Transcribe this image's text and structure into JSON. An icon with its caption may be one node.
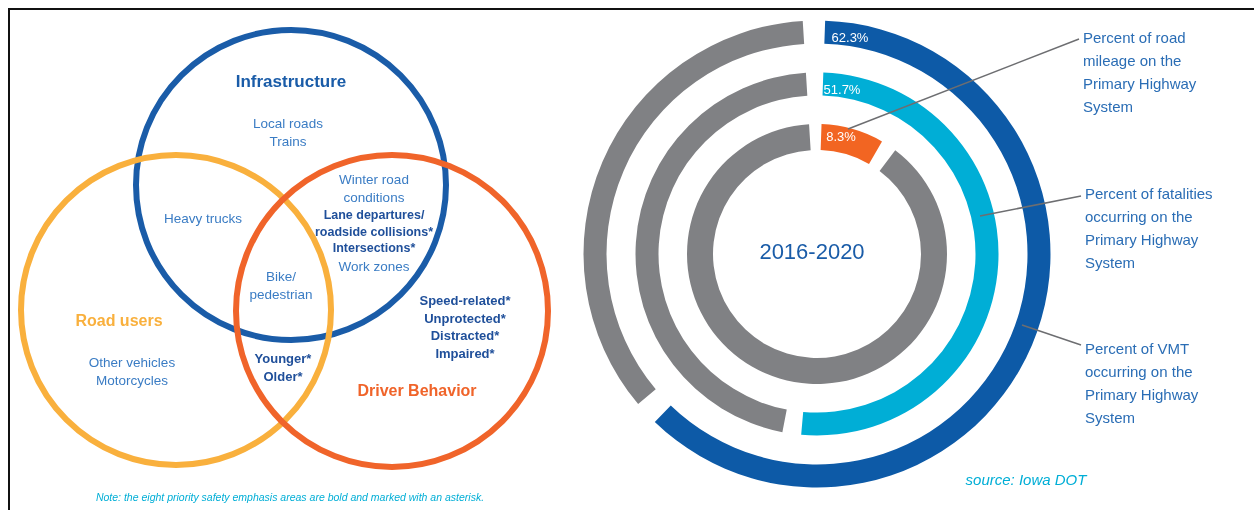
{
  "diagram": {
    "nodes": [
      {
        "text": [
          "Infrastructure",
          "Local roads Trains"
        ]
      },
      {
        "text": [
          "Road users",
          "Other vehicles Motorcycles"
        ]
      },
      {
        "text": [
          "Speed-related* Unprotected* Distracted* Impaired*",
          "Driver Behavior"
        ]
      },
      {
        "text": [
          "62.3%"
        ]
      },
      {
        "text": [
          "51.7%"
        ]
      },
      {
        "text": [
          "8.3%"
        ]
      },
      {
        "text": [
          "Percent of road mileage on the Primary Highway System"
        ]
      },
      {
        "text": [
          "Percent of fatalities occurring on the Primary Highway System"
        ]
      },
      {
        "text": [
          "Percent of VMT occurring on the Primary Highway System"
        ]
      }
    ],
    "edges": [
      {
        "from": 6,
        "to": 5,
        "arrow": "none"
      },
      {
        "from": 7,
        "to": 4,
        "arrow": "none"
      },
      {
        "from": 8,
        "to": 3,
        "arrow": "none"
      }
    ],
    "labels": [
      "Heavy trucks",
      "Winter road conditions",
      "Lane departures/ roadside collisions*",
      "Intersections*",
      "Work zones",
      "Bike/ pedestrian",
      "Younger* Older*",
      "2016-2020",
      "Note: the eight priority safety emphasis areas are bold and marked with an asterisk.",
      "source: Iowa DOT"
    ]
  }
}
